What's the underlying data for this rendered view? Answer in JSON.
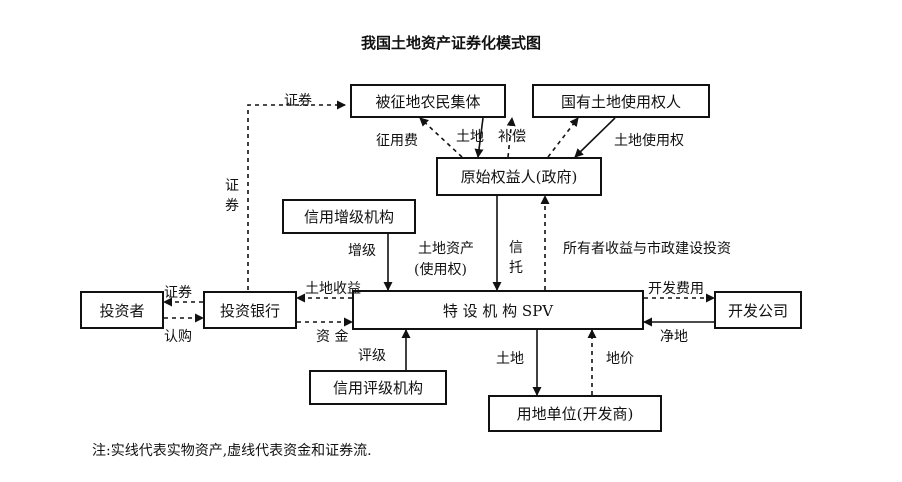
{
  "title": "我国土地资产证券化模式图",
  "boxes": {
    "farmers": "被征地农民集体",
    "state_land_user": "国有土地使用权人",
    "original_owner": "原始权益人(政府)",
    "credit_enhance": "信用增级机构",
    "investor": "投资者",
    "invest_bank": "投资银行",
    "spv": "特 设 机 构 SPV",
    "developer": "开发公司",
    "rating": "信用评级机构",
    "land_user": "用地单位(开发商)"
  },
  "labels": {
    "securities_top": "证券",
    "securities_vertical": "证券",
    "requisition_fee": "征用费",
    "land": "土地",
    "compensation": "补偿",
    "land_use_right": "土地使用权",
    "enhance": "增级",
    "land_asset_line1": "土地资产",
    "land_asset_line2": "(使用权)",
    "trust": "信托",
    "owner_income": "所有者收益与市政建设投资",
    "securities_left": "证券",
    "subscribe": "认购",
    "land_income": "土地收益",
    "funds": "资  金",
    "dev_fee": "开发费用",
    "net_land": "净地",
    "rating_label": "评级",
    "land_bottom": "土地",
    "land_price": "地价"
  },
  "note": "注:实线代表实物资产,虚线代表资金和证券流."
}
